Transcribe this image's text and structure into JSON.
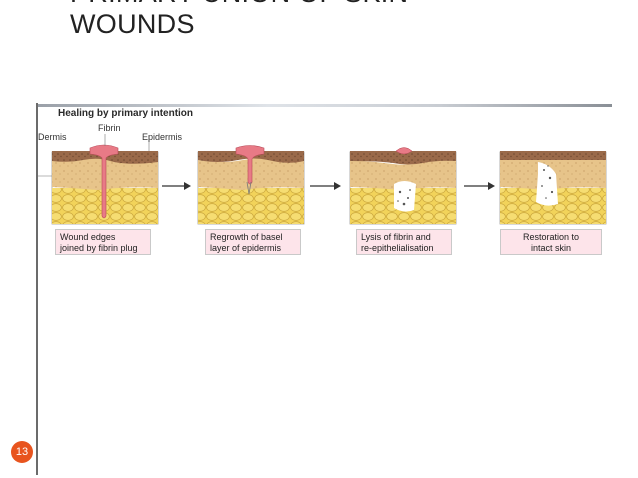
{
  "slide": {
    "title_line1": "PRIMARY UNION OF SKIN",
    "title_line2": "WOUNDS",
    "page_number": "13"
  },
  "figure": {
    "title": "Healing by primary intention",
    "labels": {
      "dermis": "Dermis",
      "fibrin": "Fibrin",
      "epidermis": "Epidermis"
    },
    "captions": [
      {
        "line1": "Wound edges",
        "line2": "joined by fibrin plug"
      },
      {
        "line1": "Regrowth of basel",
        "line2": "layer of epidermis"
      },
      {
        "line1": "Lysis of fibrin and",
        "line2": "re-epithelialisation"
      },
      {
        "line1": "Restoration to",
        "line2": "intact skin"
      }
    ],
    "colors": {
      "epidermis": "#9a6a4a",
      "dermis": "#e7c48a",
      "fat": "#f2d35a",
      "fibrin": "#e87a86",
      "caption_bg": "#fde4ea",
      "badge": "#e8541e"
    }
  }
}
